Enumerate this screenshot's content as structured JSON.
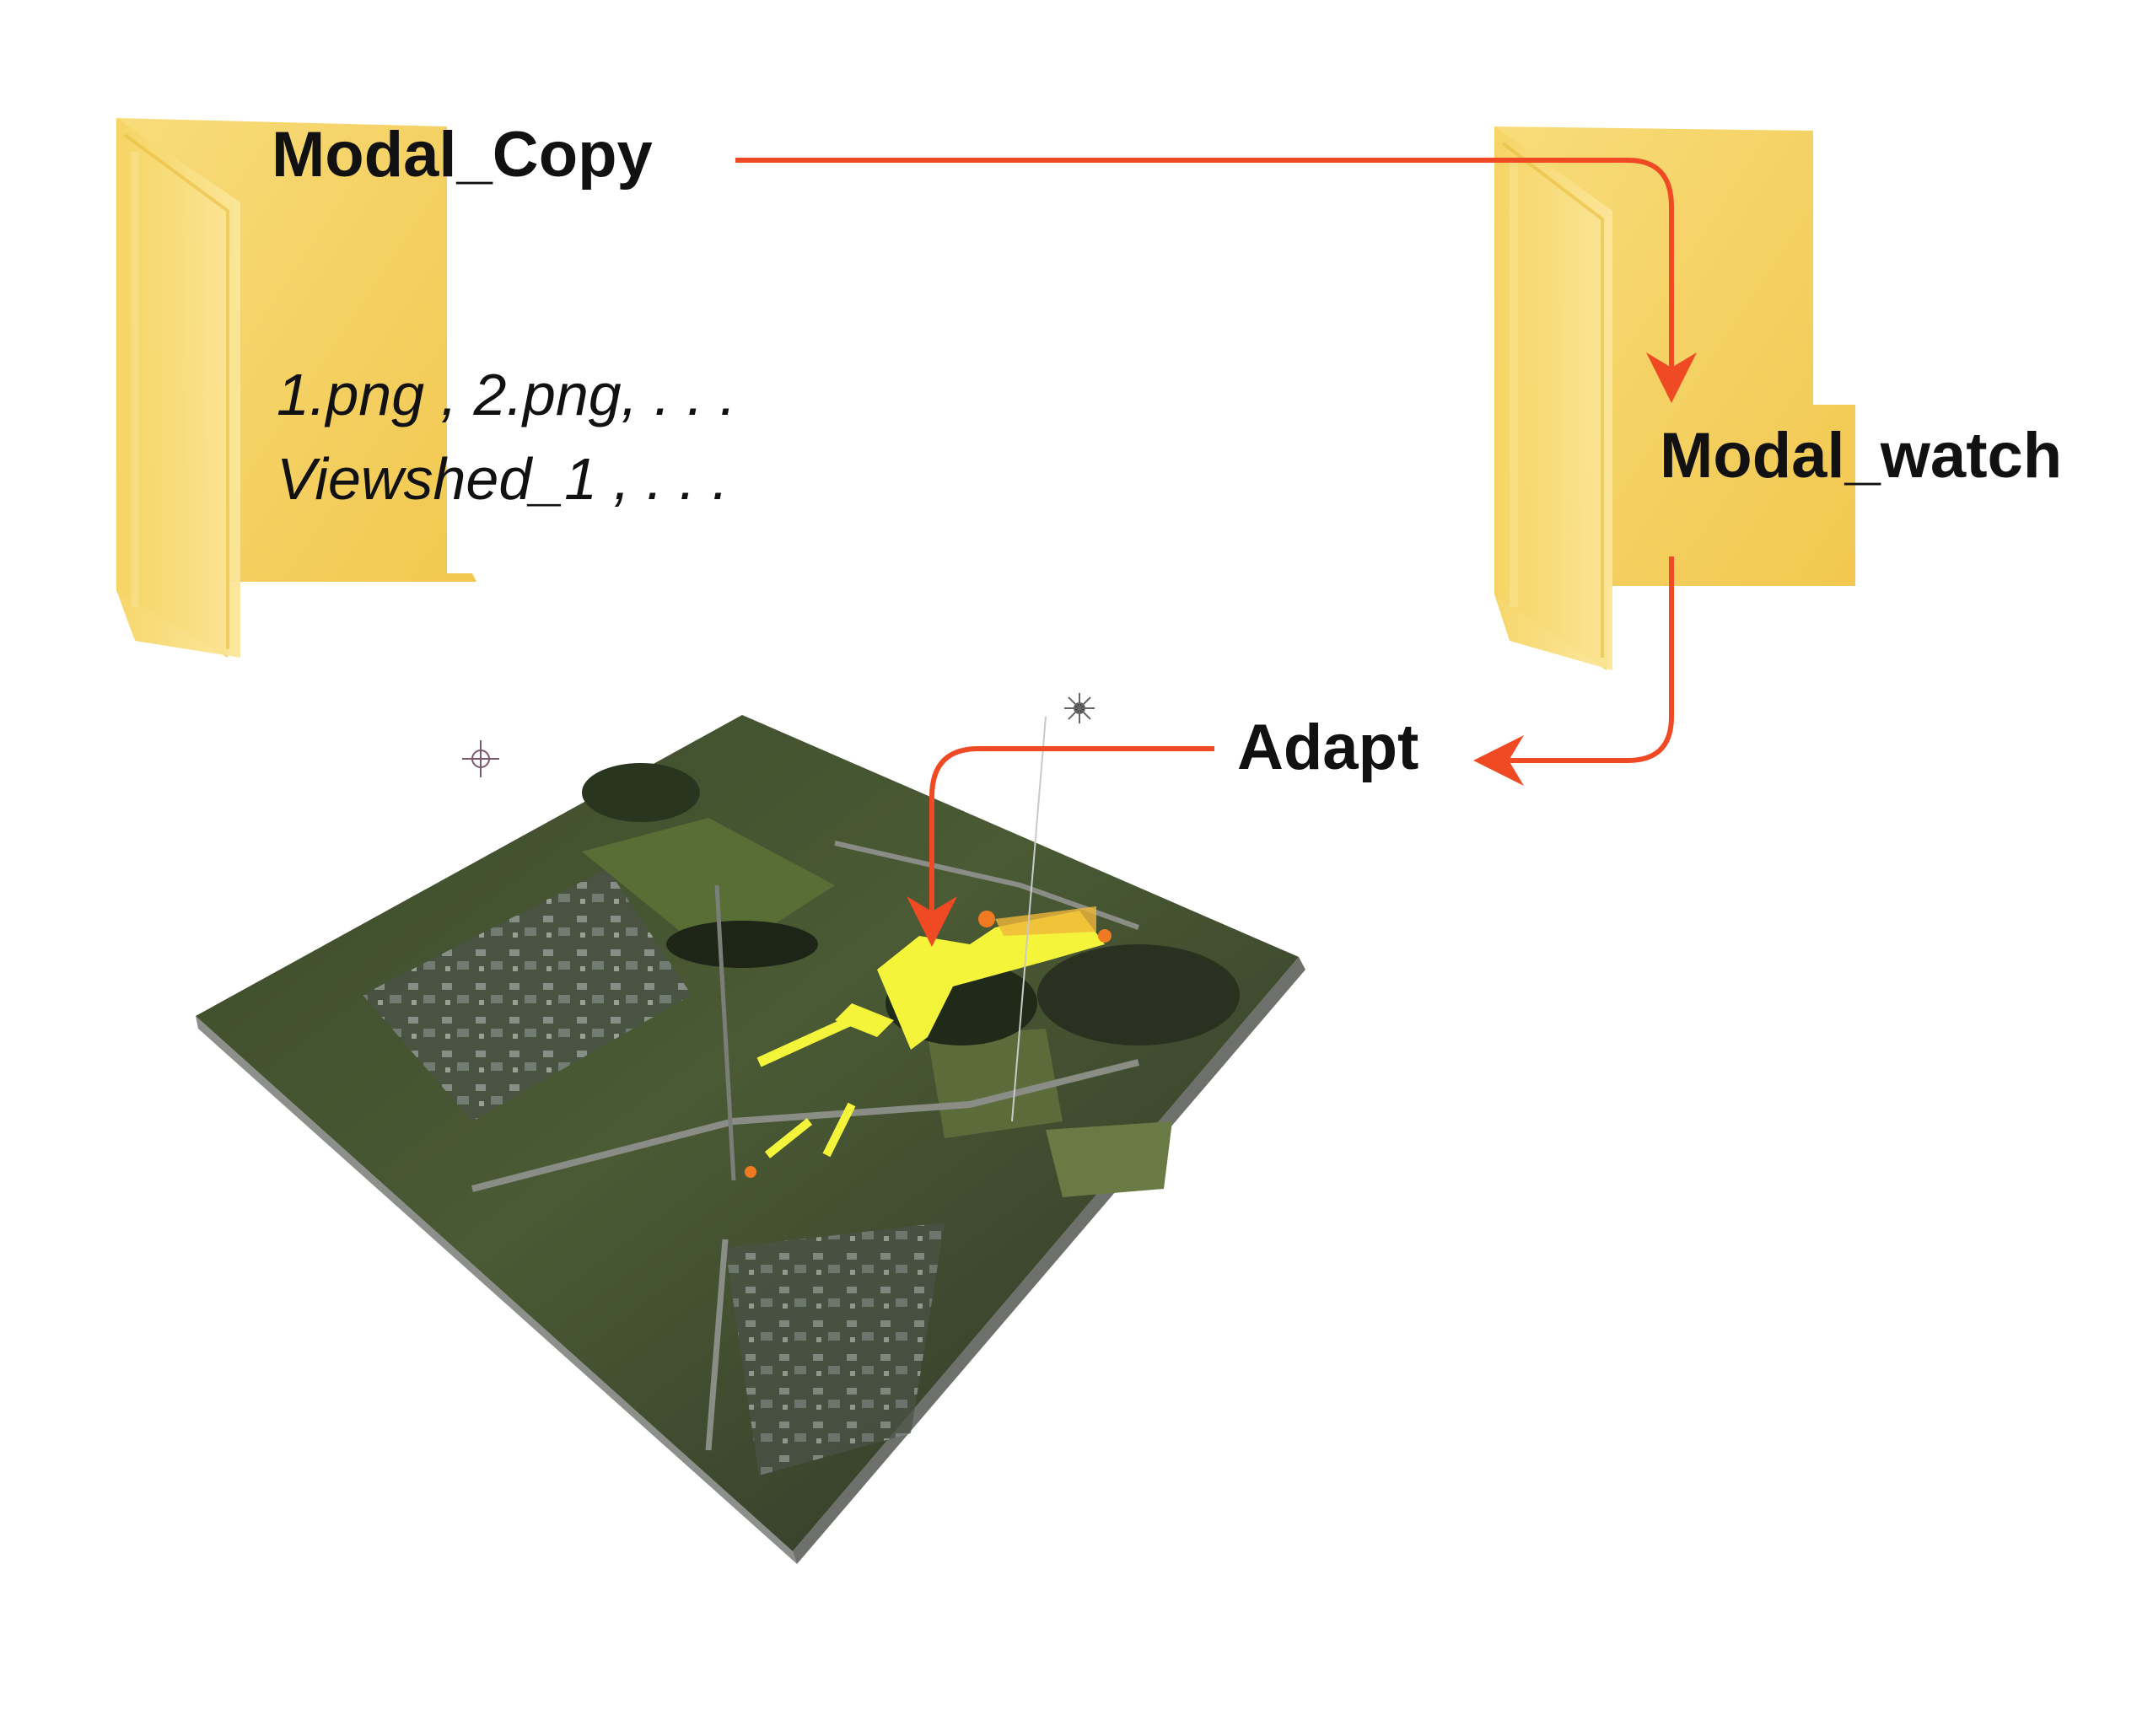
{
  "folders": {
    "source": {
      "title": "Modal_Copy",
      "files_line1": "1.png , 2.png, . . .",
      "files_line2": "Viewshed_1 , . . .",
      "icon": "folder-icon"
    },
    "watch": {
      "title": "Modal_watch",
      "icon": "folder-icon"
    }
  },
  "steps": {
    "adapt_label": "Adapt"
  },
  "scene": {
    "description_icon": "terrain-3d-map",
    "markers": [
      "crosshair-icon",
      "sun-icon"
    ]
  },
  "colors": {
    "arrow": "#f04a25",
    "folder_light": "#fbe38a",
    "folder_dark": "#f3c94f",
    "viewshed": "#f4f43a"
  }
}
